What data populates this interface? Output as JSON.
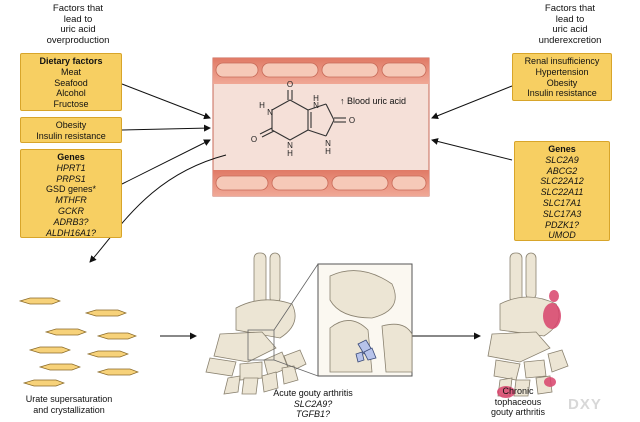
{
  "overproduction": {
    "header": [
      "Factors that",
      "lead to",
      "uric acid",
      "overproduction"
    ],
    "dietary": {
      "title": "Dietary factors",
      "items": [
        "Meat",
        "Seafood",
        "Alcohol",
        "Fructose"
      ]
    },
    "metabolic": {
      "items": [
        "Obesity",
        "Insulin resistance"
      ]
    },
    "genes": {
      "title": "Genes",
      "items": [
        "HPRT1",
        "PRPS1",
        "GSD genes*",
        "MTHFR",
        "GCKR",
        "ADRB3?",
        "ALDH16A1?"
      ]
    }
  },
  "underexcretion": {
    "header": [
      "Factors that",
      "lead to",
      "uric acid",
      "underexcretion"
    ],
    "conditions": {
      "items": [
        "Renal insufficiency",
        "Hypertension",
        "Obesity",
        "Insulin resistance"
      ]
    },
    "genes": {
      "title": "Genes",
      "items": [
        "SLC2A9",
        "ABCG2",
        "SLC22A12",
        "SLC22A11",
        "SLC17A1",
        "SLC17A3",
        "PDZK1?",
        "UMOD"
      ]
    }
  },
  "vessel": {
    "label": "Blood uric acid",
    "arrow": "↑",
    "molecule_atoms": [
      "O",
      "H",
      "N",
      "H",
      "N",
      "O",
      "N",
      "H",
      "N",
      "H",
      "O"
    ]
  },
  "stages": {
    "crystals": {
      "caption": [
        "Urate supersaturation",
        "and crystallization"
      ]
    },
    "acute": {
      "caption": "Acute gouty arthritis",
      "genes": [
        "SLC2A9?",
        "TGFB1?"
      ]
    },
    "chronic": {
      "caption": [
        "Chronic",
        "tophaceous",
        "gouty arthritis"
      ]
    }
  },
  "watermark": "DXY",
  "colors": {
    "box_fill": "#f7cf62",
    "box_border": "#d8a52a",
    "vessel_wall": "#e8907e",
    "vessel_lumen": "#f6e3dc",
    "cell_fill": "#f4c4b4",
    "bone": "#ece6d6",
    "inflammation": "#d9436c"
  }
}
